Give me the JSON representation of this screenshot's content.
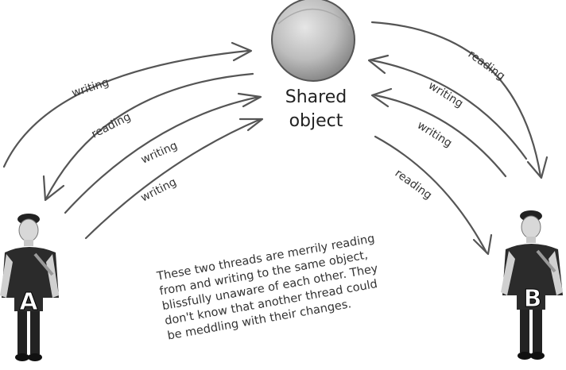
{
  "shared_object": {
    "line1": "Shared",
    "line2": "object"
  },
  "arrows": {
    "a1": "writing",
    "a2": "reading",
    "a3": "writing",
    "a4": "writing",
    "b1": "reading",
    "b2": "writing",
    "b3": "writing",
    "b4": "reading"
  },
  "threads": {
    "a": "A",
    "b": "B"
  },
  "note": [
    "These two threads are merrily reading",
    "from and writing to the same object,",
    "blissfully unaware of each other. They",
    "don't know that another thread could",
    "be meddling with their changes."
  ]
}
